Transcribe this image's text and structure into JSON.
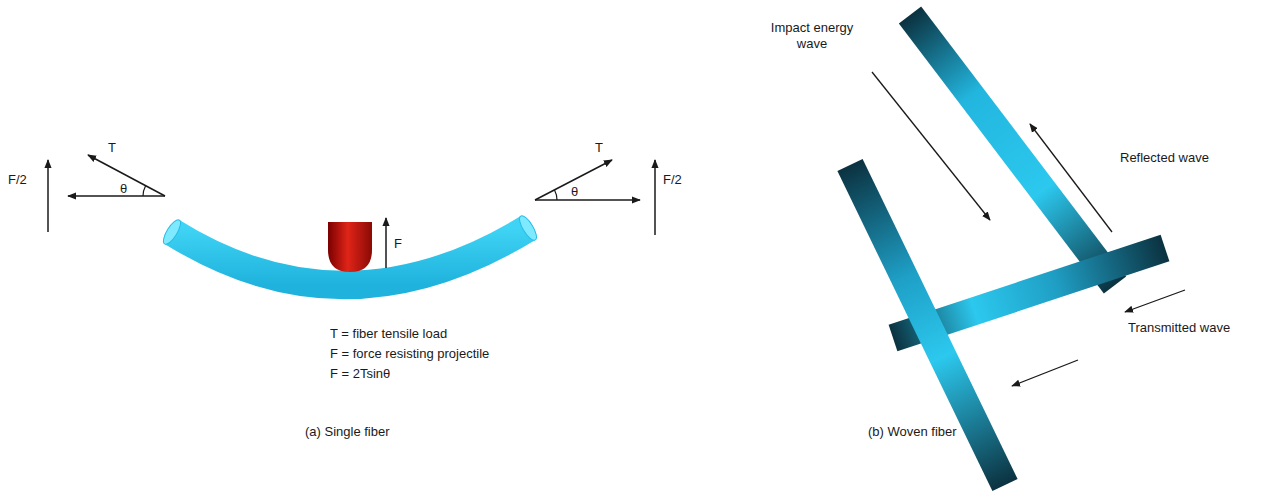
{
  "diagram": {
    "labels": [
      "F/2",
      "T",
      "θ",
      "T",
      "θ",
      "F/2",
      "F",
      "T = fiber tensile load",
      "F = force resisting projectile",
      "F = 2Tsinθ",
      "(a) Single fiber",
      "Impact energy wave",
      "Reflected wave",
      "Transmitted wave",
      "(b) Woven fiber"
    ]
  }
}
